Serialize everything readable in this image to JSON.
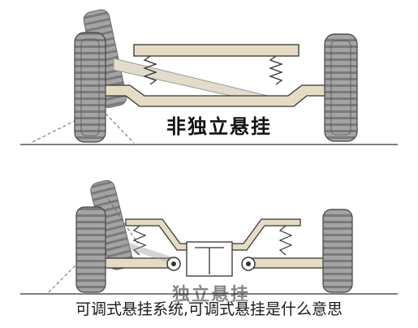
{
  "diagram": {
    "top_label": "非独立悬挂",
    "bottom_label": "独立悬挂"
  },
  "caption": "可调式悬挂系统,可调式悬挂是什么意思",
  "colors": {
    "tire": "#9a9a9a",
    "tire_dark": "#6e6e6e",
    "axle": "#d8d0b8",
    "frame": "#e6dcc4",
    "line": "#333333",
    "ground": "#555555"
  }
}
